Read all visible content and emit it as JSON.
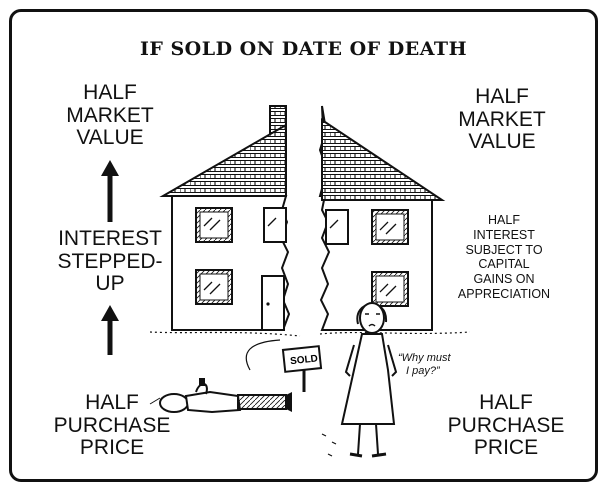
{
  "title": "IF SOLD ON DATE OF DEATH",
  "left": {
    "top_label": [
      "HALF",
      "MARKET",
      "VALUE"
    ],
    "middle_label": [
      "INTEREST",
      "STEPPED-",
      "UP"
    ],
    "bottom_label": [
      "HALF",
      "PURCHASE",
      "PRICE"
    ]
  },
  "right": {
    "top_label": [
      "HALF",
      "MARKET",
      "VALUE"
    ],
    "middle_label": [
      "HALF",
      "INTEREST",
      "SUBJECT TO",
      "CAPITAL",
      "GAINS ON",
      "APPRECIATION"
    ],
    "bottom_label": [
      "HALF",
      "PURCHASE",
      "PRICE"
    ]
  },
  "sign_text": "SOLD",
  "speech": [
    "“Why must",
    "I pay?”"
  ],
  "icons": [
    "arrow-up-icon",
    "house-left-half",
    "house-right-half",
    "sold-sign",
    "lying-man",
    "standing-woman"
  ]
}
